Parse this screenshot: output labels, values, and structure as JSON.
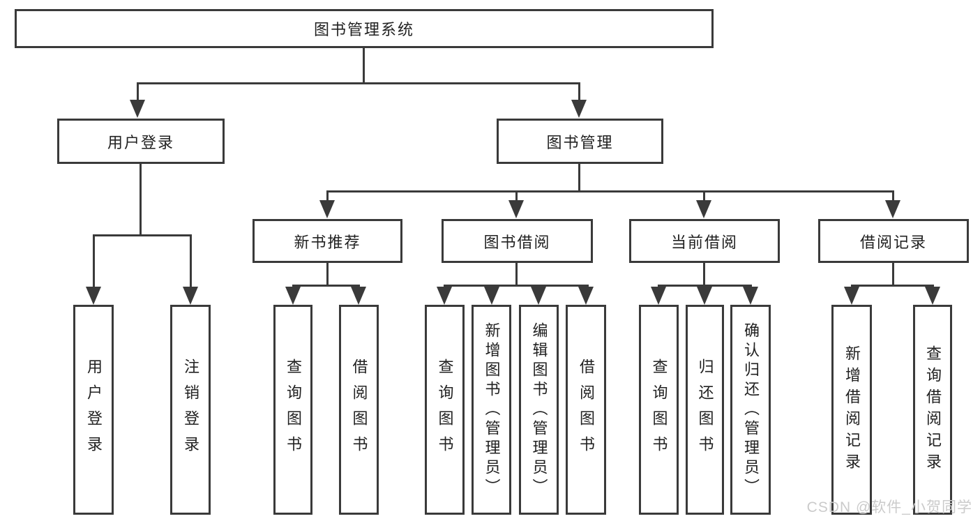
{
  "diagram": {
    "title": "图书管理系统",
    "level2": {
      "user_login_group": "用户登录",
      "book_management": "图书管理"
    },
    "level3": {
      "new_book_recommend": "新书推荐",
      "book_borrowing": "图书借阅",
      "current_borrowing": "当前借阅",
      "borrowing_records": "借阅记录"
    },
    "leaves": {
      "user_login": "用户登录",
      "logout": "注销登录",
      "rec_query_books": "查询图书",
      "rec_borrow_books": "借阅图书",
      "bor_query_books": "查询图书",
      "bor_add_books": "新增图书（管理员）",
      "bor_edit_books": "编辑图书（管理员）",
      "bor_borrow_books": "借阅图书",
      "cur_query_books": "查询图书",
      "cur_return_books": "归还图书",
      "cur_confirm_return": "确认归还（管理员）",
      "records_add_record": "新增借阅记录",
      "records_query_record": "查询借阅记录"
    }
  },
  "watermark": "CSDN @软件_小贺同学",
  "colors": {
    "line": "#3a3a3a",
    "text": "#212121",
    "watermark": "#cbcbcb",
    "background": "#ffffff"
  }
}
